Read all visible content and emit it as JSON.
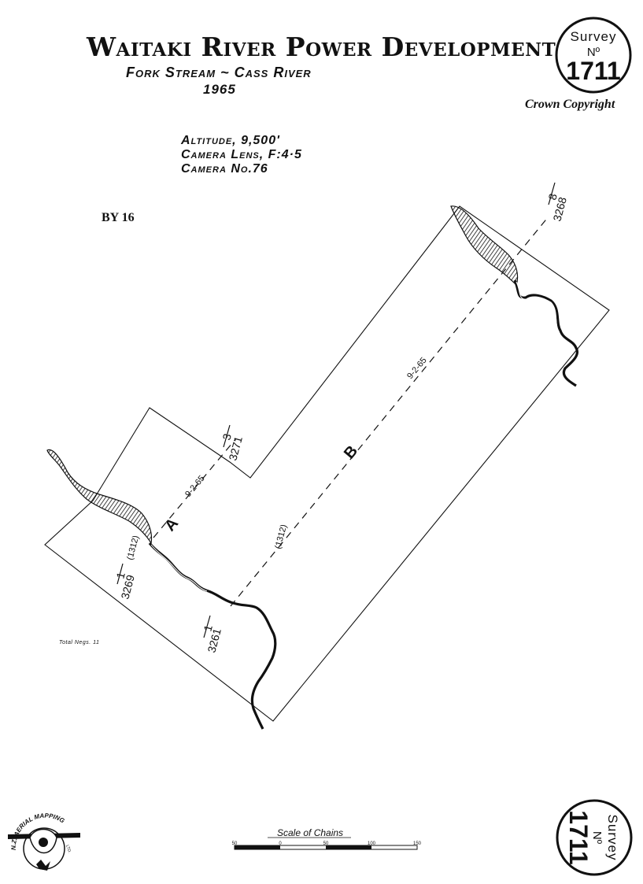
{
  "header": {
    "title": "Waitaki River Power Development",
    "subtitle": "Fork Stream ~ Cass River",
    "year": "1965",
    "copyright": "Crown Copyright"
  },
  "flight_info": {
    "altitude": "Altitude, 9,500'",
    "lens": "Camera Lens, F:4·5",
    "camera": "Camera No.76"
  },
  "sortie": "BY 16",
  "total_negatives": "Total Negs. 11",
  "survey_stamp": {
    "line1": "Survey",
    "line2": "Nº",
    "number": "1711"
  },
  "runs": [
    {
      "name": "A",
      "date": "9-2-65",
      "scale": "(1312)",
      "start_neg": "1",
      "start_plate": "3269",
      "end_neg": "3",
      "end_plate": "3271"
    },
    {
      "name": "B",
      "date": "9-2-65",
      "scale": "(1312)",
      "start_neg": "1",
      "start_plate": "3261",
      "end_neg": "8",
      "end_plate": "3268"
    }
  ],
  "scale_bar": {
    "label": "Scale of Chains",
    "ticks": [
      "50",
      "0",
      "50",
      "100",
      "150"
    ]
  },
  "logo": {
    "text": "N.Z. AERIAL MAPPING",
    "suffix": "LTD."
  }
}
